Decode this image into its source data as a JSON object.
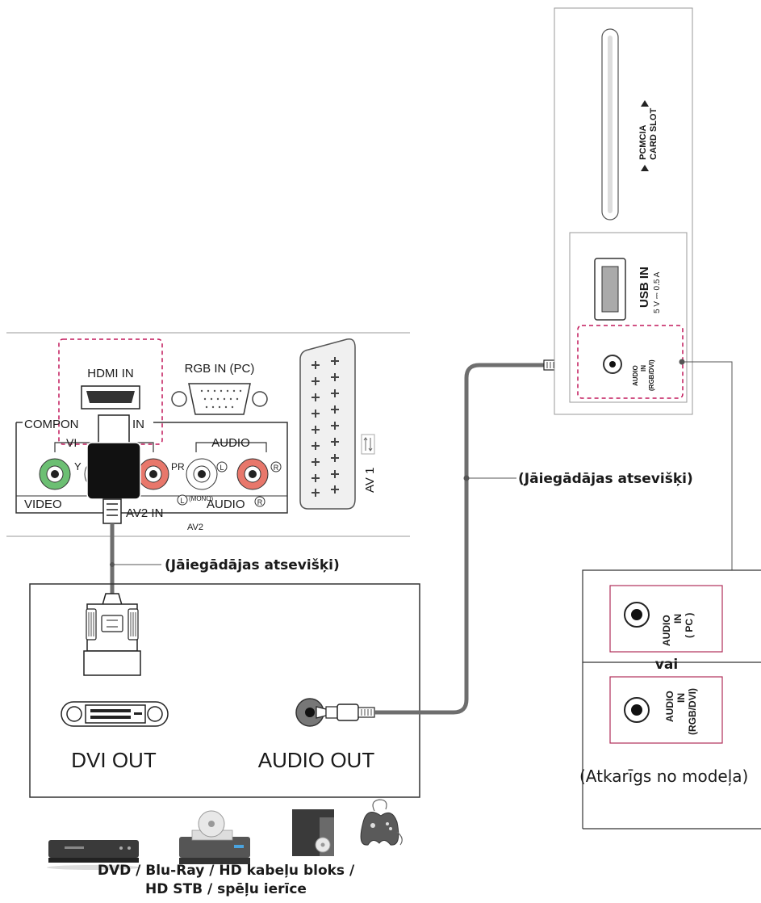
{
  "tv_panel": {
    "hdmi_in": "HDMI IN",
    "rgb_in": "RGB IN (PC)",
    "component_in_left": "COMPON",
    "component_in_right": "IN",
    "video_upper": "VI",
    "audio_group": "AUDIO",
    "port_y": "Y",
    "port_pr": "PR",
    "port_l": "L",
    "port_r": "R",
    "video_lower": "VIDEO",
    "av2_in": "AV2 IN",
    "mono": "(MONO)",
    "audio_lower": "AUDIO",
    "av2": "AV2",
    "av1": "AV 1"
  },
  "side_panel": {
    "pcmcia_line1": "PCMCIA",
    "pcmcia_line2": "CARD SLOT",
    "usb_in": "USB IN",
    "usb_spec": "5 V ⎓ 0.5 A",
    "audio_in_1": "AUDIO",
    "audio_in_2": "IN",
    "audio_in_3": "(RGB/DVI)"
  },
  "cables": {
    "hdmi_note": "(Jāiegādājas atsevišķi)",
    "audio_note": "(Jāiegādājas atsevišķi)"
  },
  "device": {
    "dvi_out": "DVI OUT",
    "audio_out": "AUDIO OUT"
  },
  "alt_panel": {
    "pc_1": "AUDIO",
    "pc_2": "IN",
    "pc_3": "( PC )",
    "or": "vai",
    "dvi_1": "AUDIO",
    "dvi_2": "IN",
    "dvi_3": "(RGB/DVI)",
    "model_note": "(Atkarīgs no modeļa)"
  },
  "caption": {
    "line1": "DVD / Blu-Ray / HD kabeļu bloks /",
    "line2": "HD STB / spēļu ierīce"
  },
  "colors": {
    "highlight_dash": "#c2185b",
    "alt_box_border": "#b0305a",
    "cable": "#6e6e6e",
    "jack_red": "#e8776b",
    "jack_green": "#6cbf73"
  }
}
